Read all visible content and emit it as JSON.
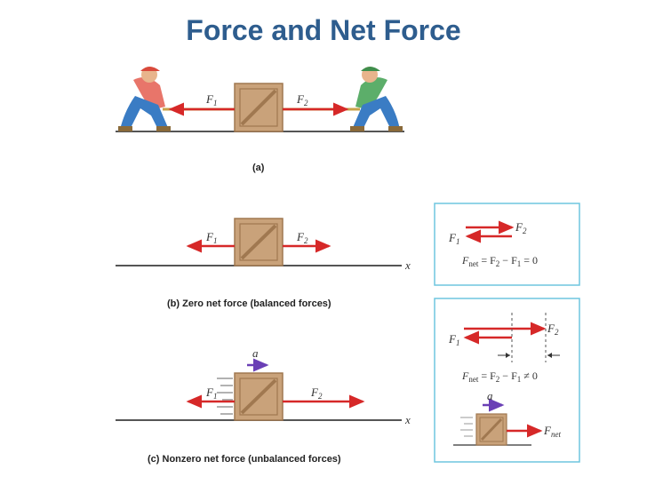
{
  "slide": {
    "title": "Force and Net Force"
  },
  "panel_a": {
    "caption": "(a)",
    "f1": "F",
    "f1_sub": "1",
    "f2": "F",
    "f2_sub": "2"
  },
  "panel_b": {
    "caption": "(b) Zero net force (balanced forces)",
    "f1": "F",
    "f1_sub": "1",
    "f2": "F",
    "f2_sub": "2",
    "axis": "x",
    "box": {
      "f1": "F",
      "f1_sub": "1",
      "f2": "F",
      "f2_sub": "2",
      "eq_f": "F",
      "eq_net": "net",
      "eq_rest": " = F",
      "eq_s2": "2",
      "eq_mid": " − F",
      "eq_s1": "1",
      "eq_end": " = 0"
    }
  },
  "panel_c": {
    "caption": "(c) Nonzero net force (unbalanced forces)",
    "f1": "F",
    "f1_sub": "1",
    "f2": "F",
    "f2_sub": "2",
    "accel": "a",
    "axis": "x",
    "box": {
      "f1": "F",
      "f1_sub": "1",
      "f2": "F",
      "f2_sub": "2",
      "eq_f": "F",
      "eq_net": "net",
      "eq_rest": " = F",
      "eq_s2": "2",
      "eq_mid": " − F",
      "eq_s1": "1",
      "eq_end": " ≠ 0",
      "accel": "a",
      "fnet": "F",
      "fnet_sub": "net"
    }
  },
  "colors": {
    "title": "#2e5d8e",
    "force_arrow": "#d62828",
    "accel_arrow": "#6a3fb5",
    "crate": "#c9a27a",
    "box_border": "#6ec6df"
  }
}
